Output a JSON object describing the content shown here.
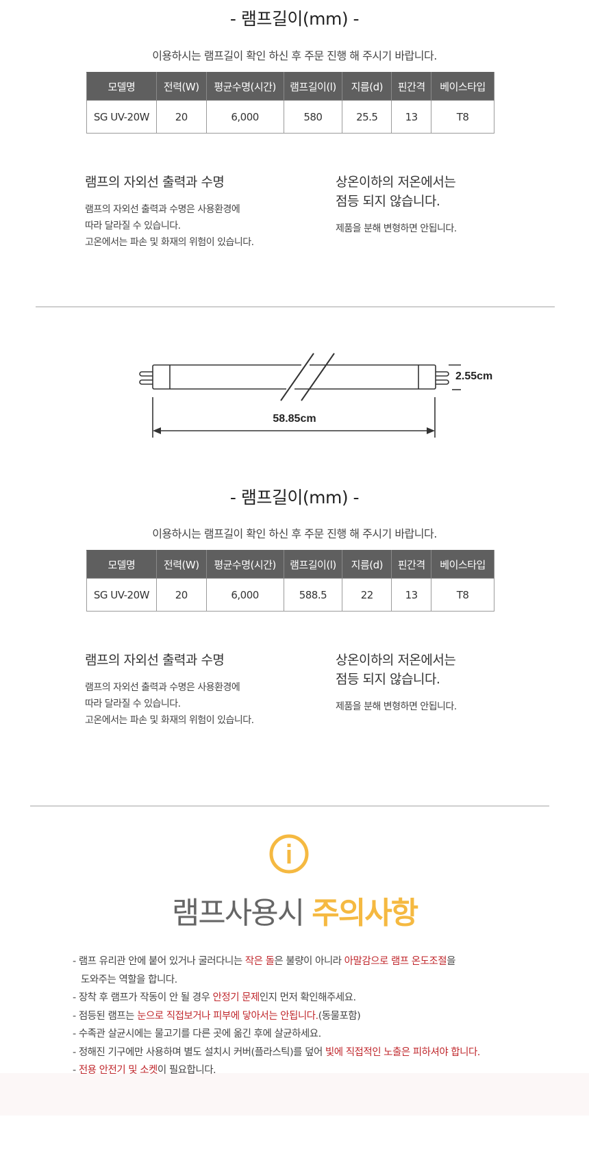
{
  "sections": [
    {
      "title": "- 램프길이(mm) -",
      "subtitle": "이용하시는 램프길이 확인 하신 후 주문 진행 해 주시기 바랍니다.",
      "table": {
        "headers": [
          "모델명",
          "전력(W)",
          "평균수명(시간)",
          "램프길이(l)",
          "지름(d)",
          "핀간격",
          "베이스타입"
        ],
        "row": [
          "SG UV-20W",
          "20",
          "6,000",
          "580",
          "25.5",
          "13",
          "T8"
        ]
      },
      "info_left": {
        "heading": "램프의 자외선 출력과 수명",
        "lines": [
          "램프의 자외선 출력과 수명은 사용환경에",
          "따라 달라질 수 있습니다.",
          "고온에서는 파손 및 화재의 위험이 있습니다."
        ]
      },
      "info_right": {
        "heading_lines": [
          "상온이하의 저온에서는",
          "점등 되지 않습니다."
        ],
        "text": "제품을 분해 변형하면 안됩니다."
      }
    },
    {
      "title": "- 램프길이(mm) -",
      "subtitle": "이용하시는 램프길이 확인 하신 후 주문 진행 해 주시기 바랍니다.",
      "table": {
        "headers": [
          "모델명",
          "전력(W)",
          "평균수명(시간)",
          "램프길이(l)",
          "지름(d)",
          "핀간격",
          "베이스타입"
        ],
        "row": [
          "SG UV-20W",
          "20",
          "6,000",
          "588.5",
          "22",
          "13",
          "T8"
        ]
      },
      "info_left": {
        "heading": "램프의 자외선 출력과 수명",
        "lines": [
          "램프의 자외선 출력과 수명은 사용환경에",
          "따라 달라질 수 있습니다.",
          "고온에서는 파손 및 화재의 위험이 있습니다."
        ]
      },
      "info_right": {
        "heading_lines": [
          "상온이하의 저온에서는",
          "점등 되지 않습니다."
        ],
        "text": "제품을 분해 변형하면 안됩니다."
      }
    }
  ],
  "diagram": {
    "length_label": "58.85cm",
    "diameter_label": "2.55cm"
  },
  "caution": {
    "icon": "info-circle-icon",
    "title_light": "램프사용시",
    "title_bold": "주의사항",
    "accent_color": "#f5b941",
    "warning_color": "#c0282d",
    "items": [
      {
        "segments": [
          {
            "text": "- 램프 유리관 안에 붙어 있거나 굴러다니는 ",
            "red": false
          },
          {
            "text": "작은 돌",
            "red": true
          },
          {
            "text": "은 불량이 아니라 ",
            "red": false
          },
          {
            "text": "아말감으로 램프 온도조절",
            "red": true
          },
          {
            "text": "을",
            "red": false
          }
        ],
        "continuation": "도와주는 역할을 합니다."
      },
      {
        "segments": [
          {
            "text": "- 장착 후 램프가 작동이 안 될 경우 ",
            "red": false
          },
          {
            "text": "안정기 문제",
            "red": true
          },
          {
            "text": "인지 먼저 확인해주세요.",
            "red": false
          }
        ]
      },
      {
        "segments": [
          {
            "text": "- 점등된 램프는 ",
            "red": false
          },
          {
            "text": "눈으로 직접보거나 피부에 닿아서는 안됩니다.",
            "red": true
          },
          {
            "text": "(동물포함)",
            "red": false
          }
        ]
      },
      {
        "segments": [
          {
            "text": "- 수족관 살균시에는 물고기를 다른 곳에 옮긴 후에 살균하세요.",
            "red": false
          }
        ]
      },
      {
        "segments": [
          {
            "text": "- 정해진 기구에만 사용하며 별도 설치시 커버(플라스틱)를 덮어 ",
            "red": false
          },
          {
            "text": "빛에 직접적인 노출은 피하셔야 합니다.",
            "red": true
          }
        ]
      },
      {
        "segments": [
          {
            "text": "- ",
            "red": false
          },
          {
            "text": "전용 안전기 및 소켓",
            "red": true
          },
          {
            "text": "이 필요합니다.",
            "red": false
          }
        ]
      }
    ]
  }
}
